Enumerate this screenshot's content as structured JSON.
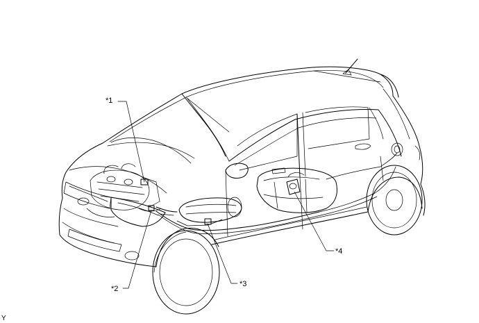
{
  "callouts": {
    "c1": "*1",
    "c2": "*2",
    "c3": "*3",
    "c4": "*4"
  },
  "figure_id": "Y"
}
